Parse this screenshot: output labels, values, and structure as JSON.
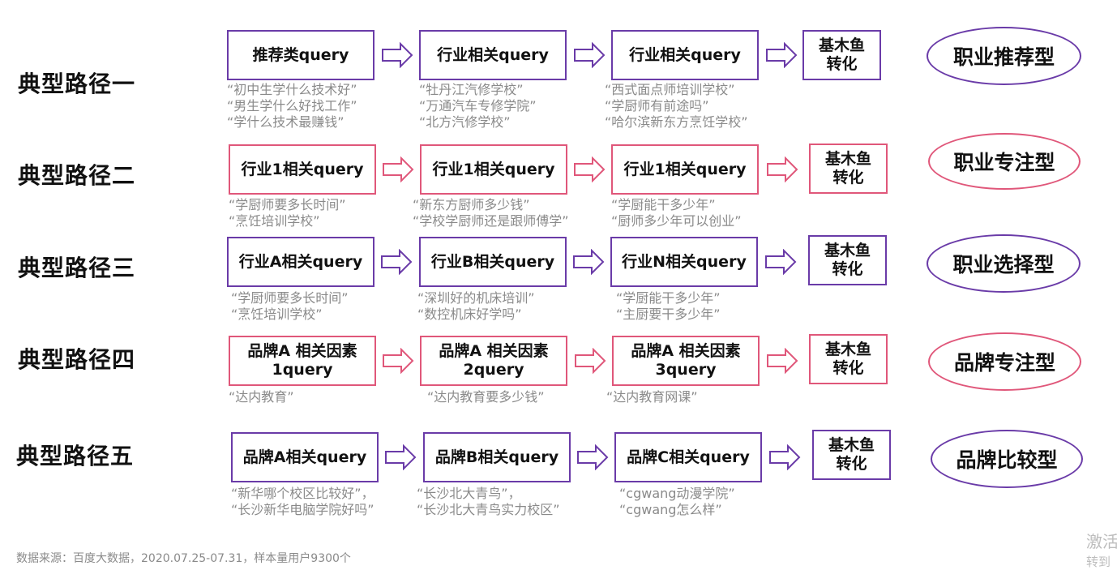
{
  "colors": {
    "purple": "#6a3ba8",
    "pink": "#e0577a",
    "example_text": "#8a8a8a"
  },
  "paths": [
    {
      "label": "典型路径一",
      "steps": [
        "推荐类query",
        "行业相关query",
        "行业相关query"
      ],
      "conversion": "基木鱼\n转化",
      "type": "职业推荐型",
      "examples": [
        [
          "“初中生学什么技术好”",
          "“男生学什么好找工作”",
          "“学什么技术最赚钱”"
        ],
        [
          "“牡丹江汽修学校”",
          "“万通汽车专修学院”",
          "“北方汽修学校”"
        ],
        [
          "“西式面点师培训学校”",
          "“学厨师有前途吗”",
          "“哈尔滨新东方烹饪学校”"
        ]
      ]
    },
    {
      "label": "典型路径二",
      "steps": [
        "行业1相关query",
        "行业1相关query",
        "行业1相关query"
      ],
      "conversion": "基木鱼\n转化",
      "type": "职业专注型",
      "examples": [
        [
          "“学厨师要多长时间”",
          "“烹饪培训学校”"
        ],
        [
          "“新东方厨师多少钱”",
          "“学校学厨师还是跟师傅学”"
        ],
        [
          "“学厨能干多少年”",
          "“厨师多少年可以创业”"
        ]
      ]
    },
    {
      "label": "典型路径三",
      "steps": [
        "行业A相关query",
        "行业B相关query",
        "行业N相关query"
      ],
      "conversion": "基木鱼\n转化",
      "type": "职业选择型",
      "examples": [
        [
          "“学厨师要多长时间”",
          "“烹饪培训学校”"
        ],
        [
          "“深圳好的机床培训”",
          "“数控机床好学吗”"
        ],
        [
          "“学厨能干多少年”",
          "“主厨要干多少年”"
        ]
      ]
    },
    {
      "label": "典型路径四",
      "steps": [
        "品牌A 相关因素\n1query",
        "品牌A 相关因素\n2query",
        "品牌A 相关因素\n3query"
      ],
      "conversion": "基木鱼\n转化",
      "type": "品牌专注型",
      "examples": [
        [
          "“达内教育”"
        ],
        [
          "“达内教育要多少钱”"
        ],
        [
          "“达内教育网课”"
        ]
      ]
    },
    {
      "label": "典型路径五",
      "steps": [
        "品牌A相关query",
        "品牌B相关query",
        "品牌C相关query"
      ],
      "conversion": "基木鱼\n转化",
      "type": "品牌比较型",
      "examples": [
        [
          "“新华哪个校区比较好”，",
          "“长沙新华电脑学院好吗”"
        ],
        [
          "“长沙北大青鸟”，",
          "“长沙北大青鸟实力校区”"
        ],
        [
          "“cgwang动漫学院”",
          "“cgwang怎么样”"
        ]
      ]
    }
  ],
  "footer": "数据来源：百度大数据，2020.07.25-07.31，样本量用户9300个",
  "watermark": {
    "line1": "激活",
    "line2": "转到"
  }
}
